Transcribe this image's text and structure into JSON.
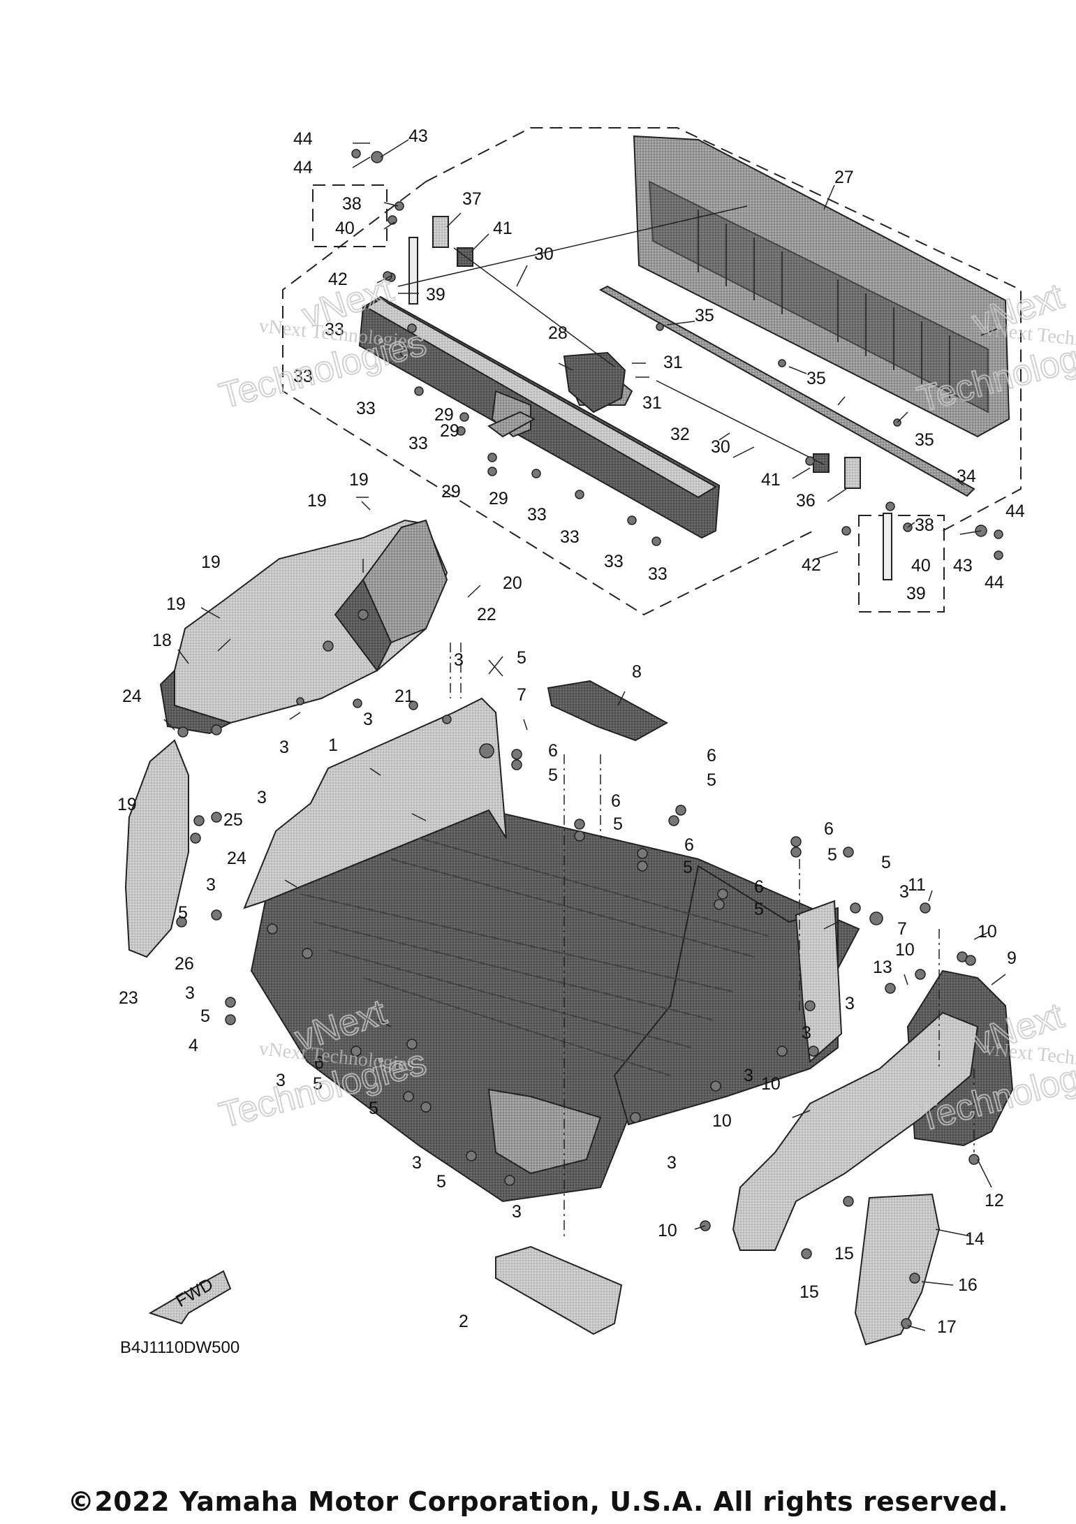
{
  "diagram": {
    "code": "B4J1110DW500",
    "fwd_label": "FWD",
    "watermark_line1": "vNext Technologies",
    "watermark_line2": "vNext",
    "watermark_line3": "Technologies",
    "copyright": "©2022 Yamaha Motor Corporation, U.S.A. All rights reserved.",
    "callouts": [
      "1",
      "2",
      "3",
      "4",
      "5",
      "6",
      "7",
      "8",
      "9",
      "10",
      "11",
      "12",
      "13",
      "14",
      "15",
      "16",
      "17",
      "18",
      "19",
      "20",
      "21",
      "22",
      "23",
      "24",
      "25",
      "26",
      "27",
      "28",
      "29",
      "30",
      "31",
      "32",
      "33",
      "34",
      "35",
      "36",
      "37",
      "38",
      "39",
      "40",
      "41",
      "42",
      "43",
      "44"
    ]
  }
}
